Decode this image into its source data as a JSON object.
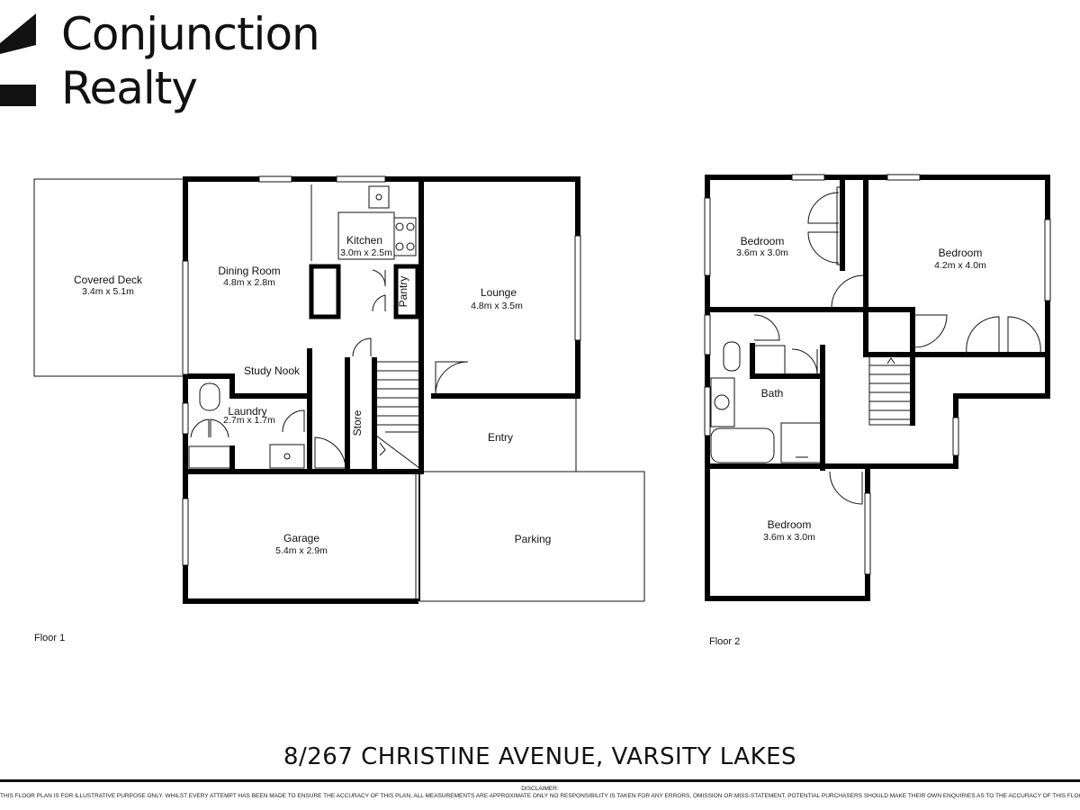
{
  "brand": {
    "line1": "Conjunction",
    "line2": "Realty",
    "logo_icon": "brand-logo-mark"
  },
  "floor1": {
    "label": "Floor 1",
    "rooms": {
      "covered_deck": {
        "name": "Covered Deck",
        "dims": "3.4m x 5.1m"
      },
      "dining": {
        "name": "Dining Room",
        "dims": "4.8m x 2.8m"
      },
      "kitchen": {
        "name": "Kitchen",
        "dims": "3.0m x 2.5m"
      },
      "pantry": {
        "name": "Pantry"
      },
      "lounge": {
        "name": "Lounge",
        "dims": "4.8m x 3.5m"
      },
      "study": {
        "name": "Study Nook"
      },
      "laundry": {
        "name": "Laundry",
        "dims": "2.7m x 1.7m"
      },
      "store": {
        "name": "Store"
      },
      "entry": {
        "name": "Entry"
      },
      "garage": {
        "name": "Garage",
        "dims": "5.4m x 2.9m"
      },
      "parking": {
        "name": "Parking"
      }
    }
  },
  "floor2": {
    "label": "Floor 2",
    "rooms": {
      "bed1": {
        "name": "Bedroom",
        "dims": "3.6m x 3.0m"
      },
      "bed2": {
        "name": "Bedroom",
        "dims": "4.2m x 4.0m"
      },
      "bath": {
        "name": "Bath"
      },
      "bed3": {
        "name": "Bedroom",
        "dims": "3.6m x 3.0m"
      }
    }
  },
  "address": "8/267 CHRISTINE AVENUE, VARSITY LAKES",
  "disclaimer": {
    "title": "DISCLAIMER:",
    "text": "THIS FLOOR PLAN IS FOR ILLUSTRATIVE PURPOSE ONLY. WHILST EVERY ATTEMPT HAS BEEN MADE TO ENSURE THE ACCURACY OF THIS PLAN, ALL MEASUREMENTS ARE APPROXIMATE ONLY NO RESPONSIBILITY IS TAKEN FOR ANY ERRORS, OMISSION OR MISS-STATEMENT. POTENTIAL PURCHASERS SHOULD MAKE THEIR OWN ENQUIRIES AS TO THE ACCURACY OF THIS FLOOR PLAN"
  },
  "colors": {
    "wall": "#000000",
    "line": "#111111",
    "background": "#ffffff"
  }
}
